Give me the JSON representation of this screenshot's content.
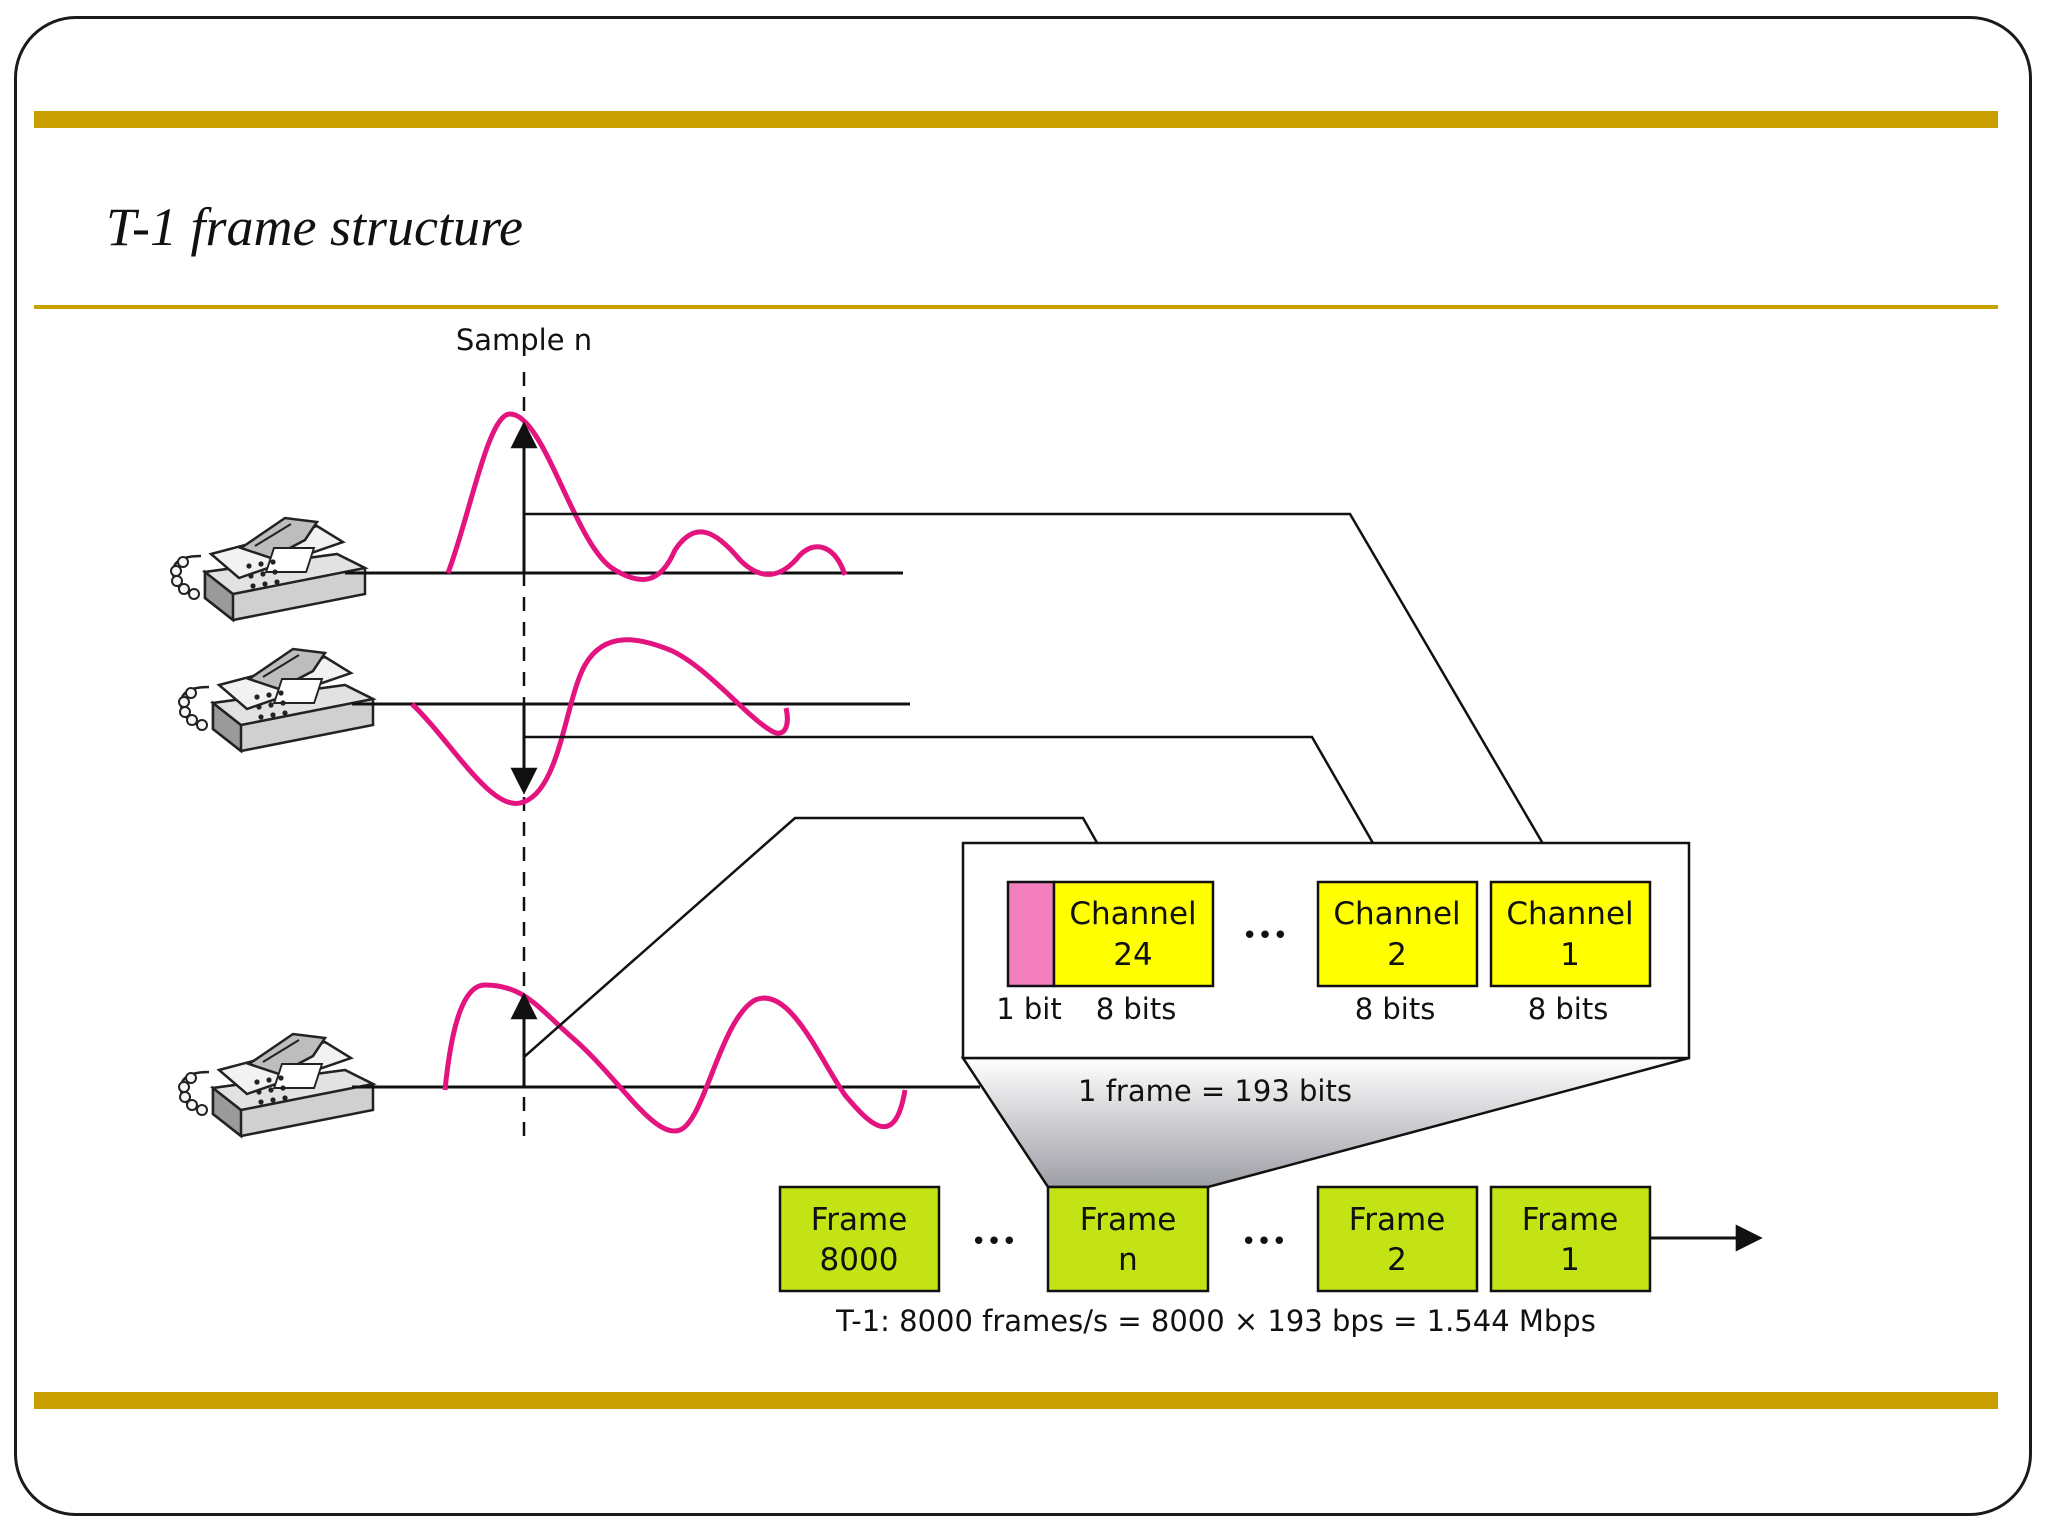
{
  "slide": {
    "title": "T-1 frame structure"
  },
  "diagram": {
    "sample_label": "Sample n",
    "frame": {
      "flag_label": "1 bit",
      "dots": "•••",
      "channels": [
        {
          "line1": "Channel",
          "line2": "24",
          "bits": "8 bits"
        },
        {
          "line1": "Channel",
          "line2": "2",
          "bits": "8 bits"
        },
        {
          "line1": "Channel",
          "line2": "1",
          "bits": "8 bits"
        }
      ],
      "size_caption": "1 frame = 193 bits"
    },
    "stream": {
      "frames": [
        {
          "line1": "Frame",
          "line2": "8000"
        },
        {
          "line1": "Frame",
          "line2": "n"
        },
        {
          "line1": "Frame",
          "line2": "2"
        },
        {
          "line1": "Frame",
          "line2": "1"
        }
      ],
      "dots": "•••",
      "rate_caption": "T-1: 8000 frames/s = 8000 × 193 bps = 1.544 Mbps"
    },
    "colors": {
      "signal": "#e3137f",
      "channel_fill": "#ffff00",
      "frame_fill": "#c4e314",
      "flag_fill": "#f47fbf",
      "accent_bar": "#c9a000"
    }
  }
}
